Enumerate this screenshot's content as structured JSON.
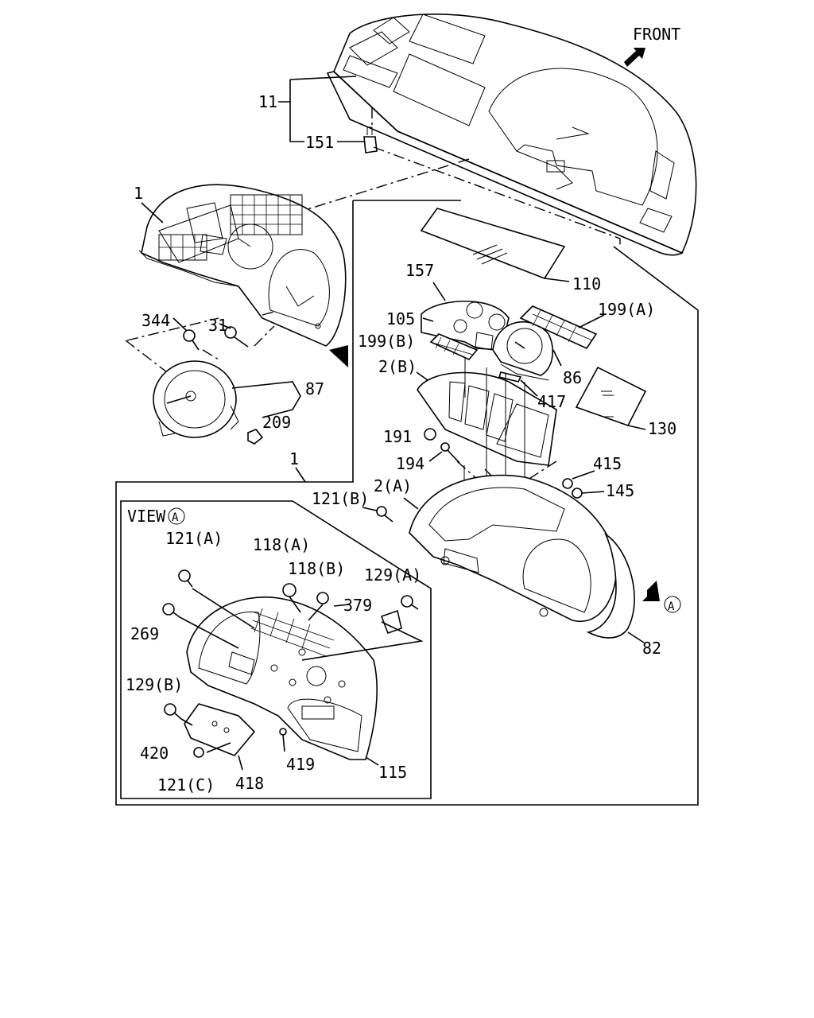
{
  "labels": {
    "front": "FRONT",
    "view": "VIEW",
    "view_mark": "A",
    "arrow_mark": "A",
    "p11": "11",
    "p151": "151",
    "p1_top": "1",
    "p344": "344",
    "p31": "31",
    "p87": "87",
    "p209": "209",
    "p1_mid": "1",
    "p157": "157",
    "p105": "105",
    "p110": "110",
    "p199a": "199(A)",
    "p199b": "199(B)",
    "p2b": "2(B)",
    "p86": "86",
    "p417": "417",
    "p130": "130",
    "p191": "191",
    "p194": "194",
    "p415": "415",
    "p145": "145",
    "p121b": "121(B)",
    "p2a": "2(A)",
    "p82": "82",
    "p121a": "121(A)",
    "p118a": "118(A)",
    "p118b": "118(B)",
    "p129a": "129(A)",
    "p379": "379",
    "p269": "269",
    "p129b": "129(B)",
    "p420": "420",
    "p121c": "121(C)",
    "p418": "418",
    "p419": "419",
    "p115": "115"
  }
}
